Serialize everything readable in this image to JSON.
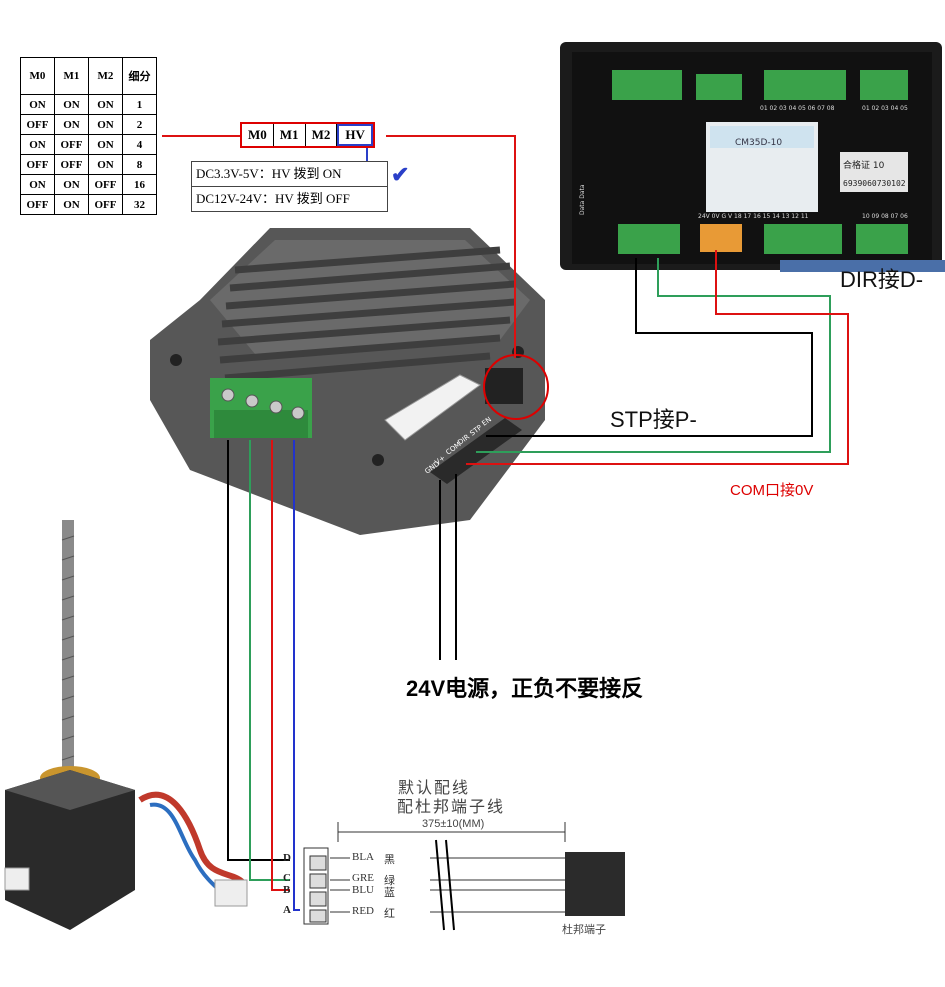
{
  "microstep_table": {
    "headers": [
      "M0",
      "M1",
      "M2",
      "细分"
    ],
    "rows": [
      [
        "ON",
        "ON",
        "ON",
        "1"
      ],
      [
        "OFF",
        "ON",
        "ON",
        "2"
      ],
      [
        "ON",
        "OFF",
        "ON",
        "4"
      ],
      [
        "OFF",
        "OFF",
        "ON",
        "8"
      ],
      [
        "ON",
        "ON",
        "OFF",
        "16"
      ],
      [
        "OFF",
        "ON",
        "OFF",
        "32"
      ]
    ]
  },
  "switches": [
    "M0",
    "M1",
    "M2",
    "HV"
  ],
  "hv_note": {
    "line1": "DC3.3V-5V：HV 拨到 ON",
    "line2": "DC12V-24V：HV 拨到 OFF"
  },
  "driver_terminals": [
    "EN",
    "STP",
    "DIR",
    "COM",
    "V+",
    "GND"
  ],
  "controller": {
    "model": "CM35D-10",
    "top_labels": "01 02 03 04 05 06 07 08",
    "top_labels2": "01 02 03 04 05",
    "bottom_labels": "24V 0V G V  18 17 16 15 14 13 12 11",
    "bottom_labels2": "10 09 08 07 06",
    "cert": "合格证 10",
    "serial": "6939060730102",
    "side_text": "Data Data"
  },
  "labels": {
    "dir": "DIR接D-",
    "stp": "STP接P-",
    "com": "COM口接0V",
    "power": "24V电源，正负不要接反",
    "default_wiring": "默认配线",
    "dupont_wiring": "配杜邦端子线",
    "length": "375±10(MM)",
    "dupont_terminal": "杜邦端子"
  },
  "motor_pins": [
    "D",
    "C",
    "B",
    "A"
  ],
  "motor_wires": [
    {
      "code": "BLA",
      "name": "黑"
    },
    {
      "code": "GRE",
      "name": "绿"
    },
    {
      "code": "BLU",
      "name": "蓝"
    },
    {
      "code": "RED",
      "name": "红"
    }
  ],
  "colors": {
    "red": "#dd1111",
    "green": "#2e9e5a",
    "black": "#000000",
    "blue": "#2233cc",
    "terminal_green": "#3aa24a",
    "driver_body": "#5a5a5a"
  }
}
